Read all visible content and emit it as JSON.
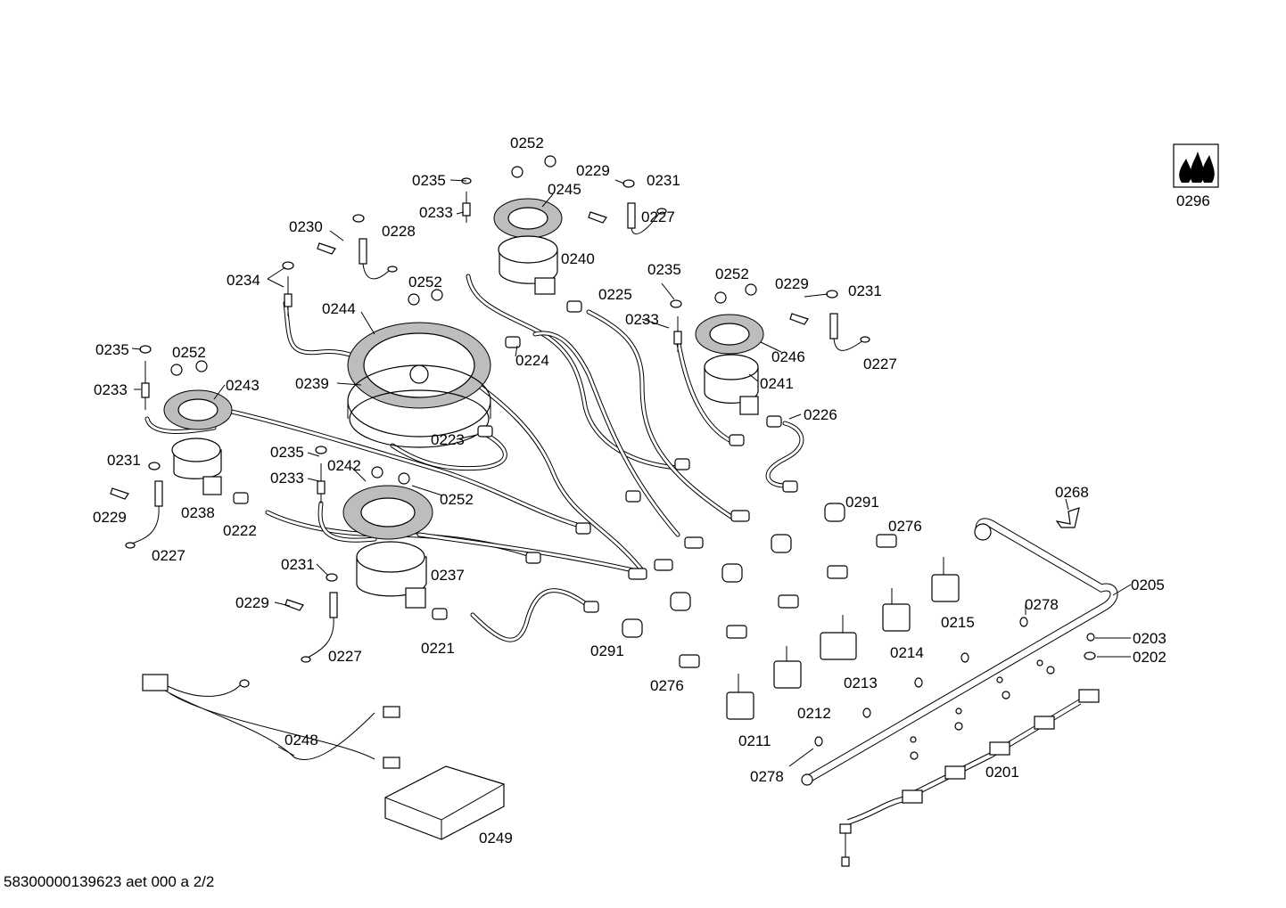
{
  "document_id": "58300000139623 aet 000 a 2/2",
  "labels": {
    "p0201": "0201",
    "p0202": "0202",
    "p0203": "0203",
    "p0205": "0205",
    "p0211": "0211",
    "p0212": "0212",
    "p0213": "0213",
    "p0214": "0214",
    "p0215": "0215",
    "p0221": "0221",
    "p0222": "0222",
    "p0223": "0223",
    "p0224": "0224",
    "p0225": "0225",
    "p0226": "0226",
    "p0227": "0227",
    "p0228": "0228",
    "p0229": "0229",
    "p0230": "0230",
    "p0231": "0231",
    "p0233": "0233",
    "p0234": "0234",
    "p0235": "0235",
    "p0237": "0237",
    "p0238": "0238",
    "p0239": "0239",
    "p0240": "0240",
    "p0241": "0241",
    "p0242": "0242",
    "p0243": "0243",
    "p0244": "0244",
    "p0245": "0245",
    "p0246": "0246",
    "p0248": "0248",
    "p0249": "0249",
    "p0252": "0252",
    "p0268": "0268",
    "p0276": "0276",
    "p0278": "0278",
    "p0291": "0291",
    "p0296": "0296"
  }
}
